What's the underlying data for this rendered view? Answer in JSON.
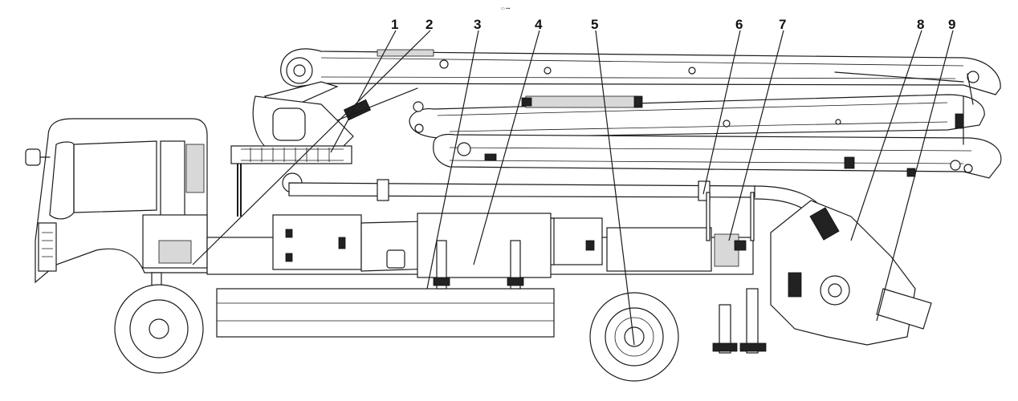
{
  "header_text": "▭ ▪▪▪",
  "callouts": [
    {
      "label": "1"
    },
    {
      "label": "2"
    },
    {
      "label": "3"
    },
    {
      "label": "4"
    },
    {
      "label": "5"
    },
    {
      "label": "6"
    },
    {
      "label": "7"
    },
    {
      "label": "8"
    },
    {
      "label": "9"
    }
  ]
}
